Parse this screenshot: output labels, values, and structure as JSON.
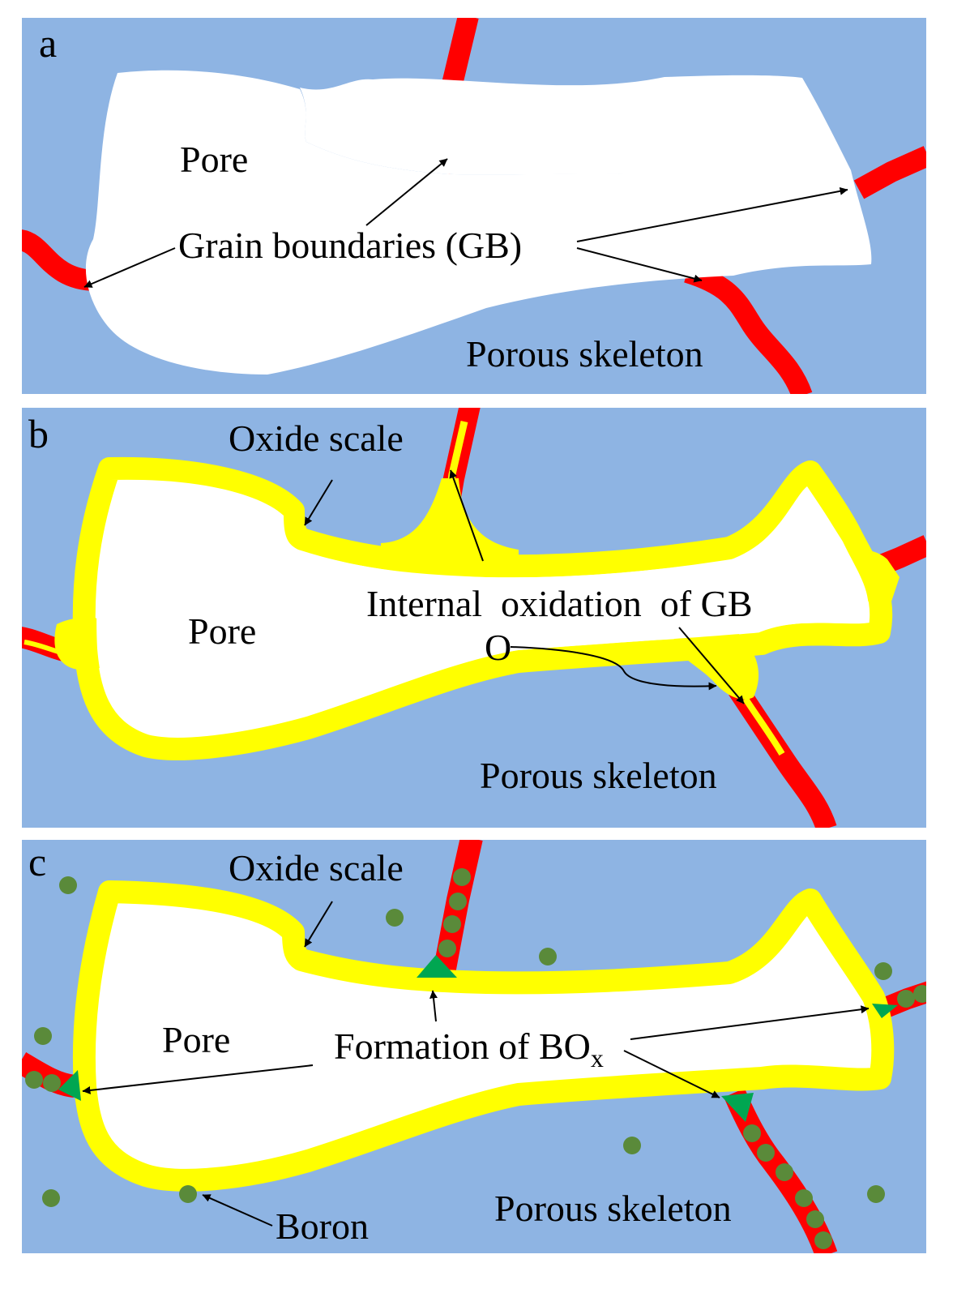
{
  "panels": {
    "a": {
      "letter": "a",
      "pore": "Pore",
      "grain_boundaries": "Grain boundaries (GB)",
      "skeleton": "Porous skeleton"
    },
    "b": {
      "letter": "b",
      "oxide_scale": "Oxide scale",
      "internal_oxidation": "Internal  oxidation  of GB",
      "oxygen": "O",
      "pore": "Pore",
      "skeleton": "Porous skeleton"
    },
    "c": {
      "letter": "c",
      "oxide_scale": "Oxide scale",
      "pore": "Pore",
      "formation_prefix": "Formation of BO",
      "formation_subscript": "x",
      "boron": "Boron",
      "skeleton": "Porous skeleton"
    }
  },
  "colors": {
    "skeleton": "#8eb4e3",
    "grain_boundary": "#ff0000",
    "oxide": "#ffff00",
    "boron": "#5a8a3a",
    "boron_oxide": "#00a651",
    "pore": "#ffffff"
  }
}
